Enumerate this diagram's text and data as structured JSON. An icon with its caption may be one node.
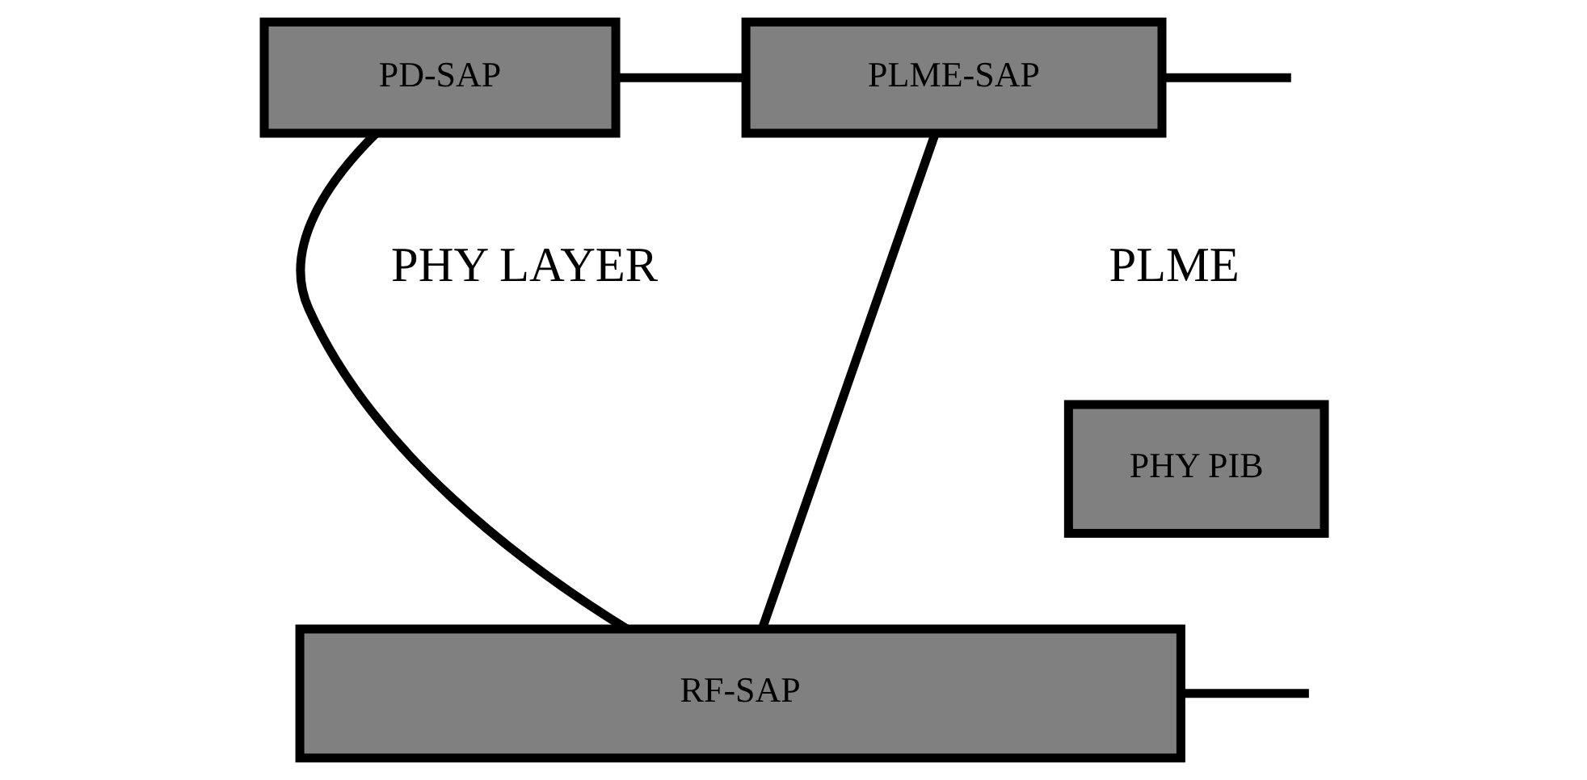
{
  "diagram": {
    "nodes": [
      {
        "text": [
          "PD-SAP"
        ]
      },
      {
        "text": [
          "PLME-SAP"
        ]
      },
      {
        "text": [
          "PHY PIB"
        ]
      },
      {
        "text": [
          "RF-SAP"
        ]
      }
    ],
    "edges": [
      {
        "from": 0,
        "to": 1,
        "arrow": "none"
      },
      {
        "from": 0,
        "to": 3,
        "arrow": "none"
      },
      {
        "from": 1,
        "to": 3,
        "arrow": "none"
      },
      {
        "from": 1,
        "to": null,
        "arrow": "none"
      },
      {
        "from": 3,
        "to": null,
        "arrow": "none"
      }
    ],
    "labels": [
      "PLME",
      "PHY LAYER"
    ]
  }
}
